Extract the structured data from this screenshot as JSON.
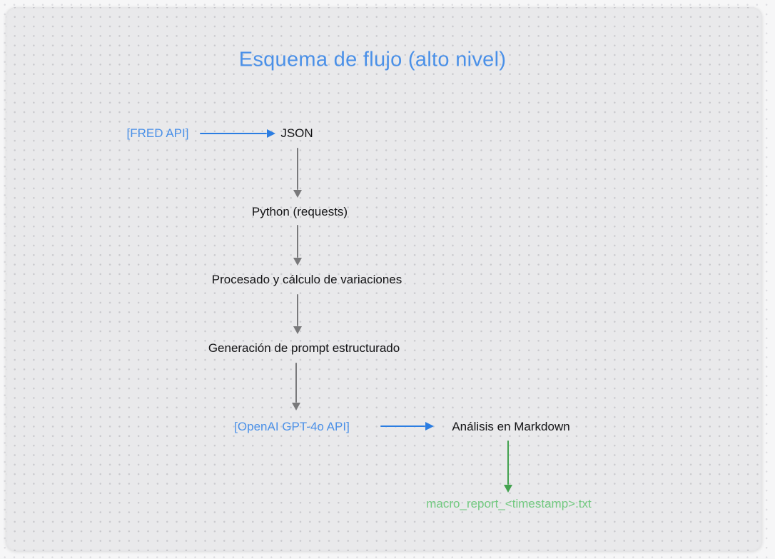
{
  "colors": {
    "outer_bg": "#f6f6f7",
    "canvas_bg": "#e9e9eb",
    "dot": "#c9c9cd",
    "outer_dot": "#dcdce0",
    "title_blue": "#4a90e8",
    "label_blue": "#4a90e8",
    "arrow_blue": "#2b7de2",
    "arrow_gray": "#79797b",
    "arrow_green": "#43a24f",
    "file_green": "#72c980",
    "text_dark": "#131315"
  },
  "diagram": {
    "title": "Esquema de flujo (alto nivel)",
    "nodes": {
      "fred_api": {
        "label": "[FRED API]"
      },
      "json": {
        "label": "JSON"
      },
      "python": {
        "label": "Python (requests)"
      },
      "procesado": {
        "label": "Procesado y cálculo de variaciones"
      },
      "generacion": {
        "label": "Generación de prompt estructurado"
      },
      "openai": {
        "label": "[OpenAI GPT-4o API]"
      },
      "analisis": {
        "label": "Análisis en Markdown"
      },
      "output_file": {
        "label": "macro_report_<timestamp>.txt"
      }
    },
    "edges": [
      {
        "from": "fred_api",
        "to": "json",
        "direction": "right",
        "color": "#2b7de2"
      },
      {
        "from": "json",
        "to": "python",
        "direction": "down",
        "color": "#79797b"
      },
      {
        "from": "python",
        "to": "procesado",
        "direction": "down",
        "color": "#79797b"
      },
      {
        "from": "procesado",
        "to": "generacion",
        "direction": "down",
        "color": "#79797b"
      },
      {
        "from": "generacion",
        "to": "openai",
        "direction": "down",
        "color": "#79797b"
      },
      {
        "from": "openai",
        "to": "analisis",
        "direction": "right",
        "color": "#2b7de2"
      },
      {
        "from": "analisis",
        "to": "output_file",
        "direction": "down",
        "color": "#43a24f"
      }
    ]
  }
}
